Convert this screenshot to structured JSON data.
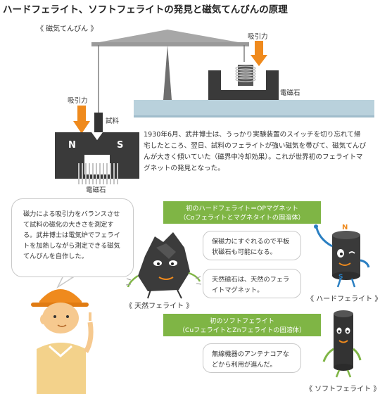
{
  "title": "ハードフェライト、ソフトフェライトの発見と磁気てんびんの原理",
  "balance_section": {
    "label": "《 磁気てんびん 》",
    "attraction_right": "吸引力",
    "attraction_left": "吸引力",
    "electromagnet_right": "電磁石",
    "electromagnet_left": "電磁石",
    "sample": "試料",
    "pole_n": "N",
    "pole_s": "S"
  },
  "narrative": "1930年6月、武井博士は、うっかり実験装置のスイッチを切り忘れて帰宅したところ、翌日、試料のフェライトが強い磁気を帯びて、磁気てんびんが大きく傾いていた（磁界中冷却効果）。これが世界初のフェライトマグネットの発見となった。",
  "speech_bubble": "磁力による吸引力をバランスさせて試料の磁化の大きさを測定する。武井博士は電気炉でフェライトを加熱しながら測定できる磁気てんびんを自作した。",
  "hard_ferrite": {
    "banner_line1": "初のハードフェライト＝OPマグネット",
    "banner_line2": "（Coフェライトとマグネタイトの固溶体）",
    "note1": "保磁力にすぐれるので平板状磁石も可能になる。",
    "note2": "天然磁石は、天然のフェライトマグネット。",
    "natural_caption": "《 天然フェライト 》",
    "hard_caption": "《 ハードフェライト 》",
    "mark_n": "N",
    "mark_s": "S"
  },
  "soft_ferrite": {
    "banner_line1": "初のソフトフェライト",
    "banner_line2": "（CuフェライトとZnフェライトの固溶体）",
    "note": "無線機器のアンテナコアなどから利用が進んだ。",
    "caption": "《 ソフトフェライト 》"
  },
  "colors": {
    "banner_green": "#7fb545",
    "magnet_dark": "#3a3a3a",
    "arrow_orange": "#ef8a1d",
    "table_blue": "#b9d1dc",
    "beam_grey": "#9a9a9a"
  }
}
